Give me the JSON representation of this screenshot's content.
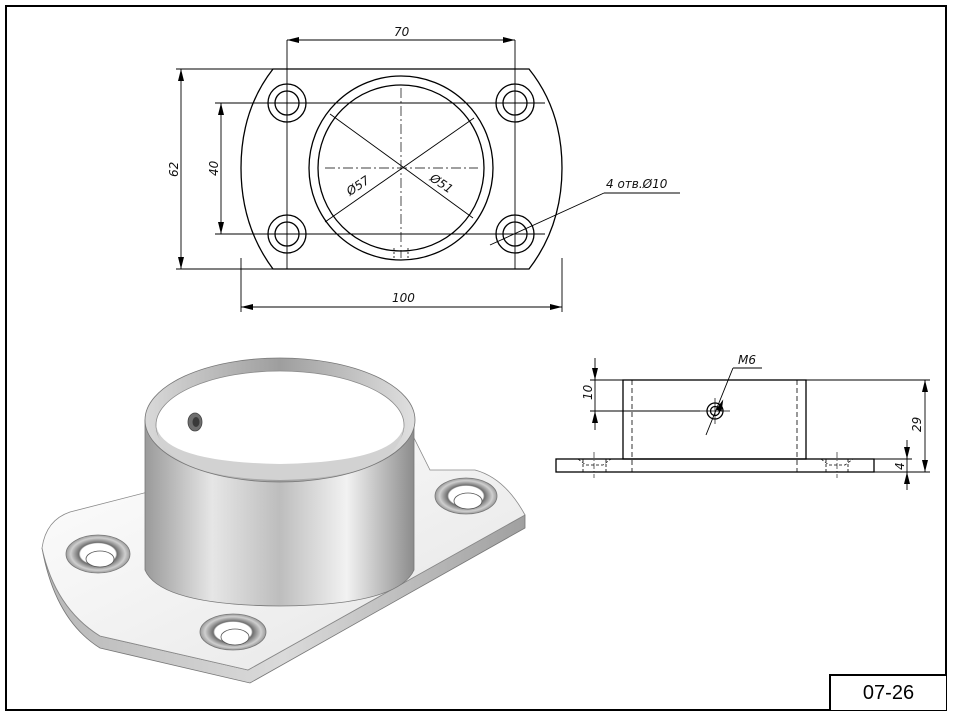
{
  "drawing": {
    "sheet_number": "07-26",
    "top_view": {
      "dim_overall_width": "100",
      "dim_hole_spacing_x": "70",
      "dim_overall_height": "62",
      "dim_hole_spacing_y": "40",
      "dim_outer_diameter": "Ø57",
      "dim_inner_diameter": "Ø51",
      "hole_callout": "4 отв.Ø10"
    },
    "side_view": {
      "dim_thread": "M6",
      "dim_thread_height": "10",
      "dim_total_height": "29",
      "dim_plate_thickness": "4"
    },
    "colors": {
      "line": "#000000",
      "metal_light": "#eeeeee",
      "metal_dark": "#8a8a8a"
    }
  }
}
